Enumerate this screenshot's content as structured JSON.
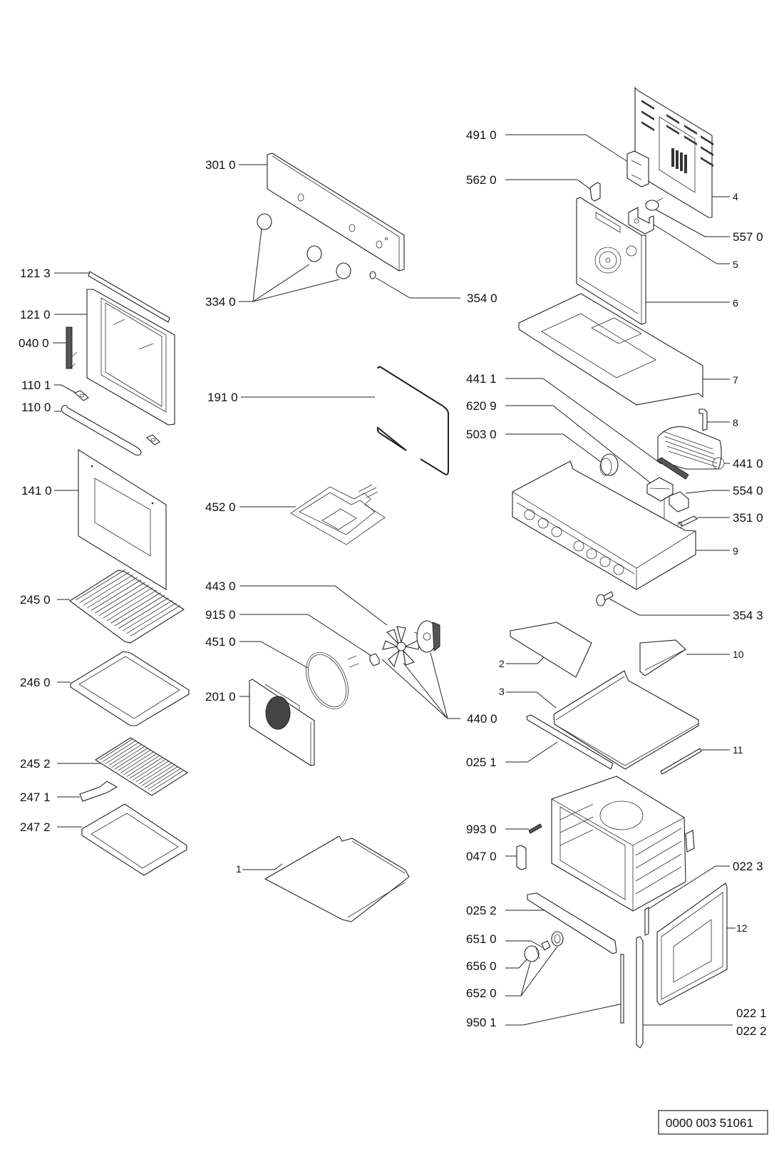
{
  "diagram": {
    "title": "Oven exploded parts diagram",
    "document_number": "0000 003 51061",
    "left_column": [
      {
        "id": "121_3",
        "label": "121 3"
      },
      {
        "id": "121_0",
        "label": "121 0"
      },
      {
        "id": "040_0",
        "label": "040 0"
      },
      {
        "id": "110_1",
        "label": "110 1"
      },
      {
        "id": "110_0",
        "label": "110 0"
      },
      {
        "id": "141_0",
        "label": "141 0"
      },
      {
        "id": "245_0",
        "label": "245 0"
      },
      {
        "id": "246_0",
        "label": "246 0"
      },
      {
        "id": "245_2",
        "label": "245 2"
      },
      {
        "id": "247_1",
        "label": "247 1"
      },
      {
        "id": "247_2",
        "label": "247 2"
      }
    ],
    "middle_column": [
      {
        "id": "301_0",
        "label": "301 0"
      },
      {
        "id": "334_0",
        "label": "334 0"
      },
      {
        "id": "354_0",
        "label": "354 0"
      },
      {
        "id": "191_0",
        "label": "191 0"
      },
      {
        "id": "452_0",
        "label": "452 0"
      },
      {
        "id": "443_0",
        "label": "443 0"
      },
      {
        "id": "915_0",
        "label": "915 0"
      },
      {
        "id": "451_0",
        "label": "451 0"
      },
      {
        "id": "201_0",
        "label": "201 0"
      },
      {
        "id": "440_0",
        "label": "440 0"
      },
      {
        "id": "1",
        "label": "1"
      }
    ],
    "right_column_left_labels": [
      {
        "id": "491_0",
        "label": "491 0"
      },
      {
        "id": "562_0",
        "label": "562 0"
      },
      {
        "id": "441_1",
        "label": "441 1"
      },
      {
        "id": "620_9",
        "label": "620 9"
      },
      {
        "id": "503_0",
        "label": "503 0"
      },
      {
        "id": "2",
        "label": "2"
      },
      {
        "id": "3",
        "label": "3"
      },
      {
        "id": "025_1",
        "label": "025 1"
      },
      {
        "id": "993_0",
        "label": "993 0"
      },
      {
        "id": "047_0",
        "label": "047 0"
      },
      {
        "id": "025_2",
        "label": "025 2"
      },
      {
        "id": "651_0",
        "label": "651 0"
      },
      {
        "id": "656_0",
        "label": "656 0"
      },
      {
        "id": "652_0",
        "label": "652 0"
      },
      {
        "id": "950_1",
        "label": "950 1"
      }
    ],
    "right_column_right_labels": [
      {
        "id": "4",
        "label": "4"
      },
      {
        "id": "557_0",
        "label": "557 0"
      },
      {
        "id": "5",
        "label": "5"
      },
      {
        "id": "6",
        "label": "6"
      },
      {
        "id": "7",
        "label": "7"
      },
      {
        "id": "8",
        "label": "8"
      },
      {
        "id": "441_0",
        "label": "441 0"
      },
      {
        "id": "554_0",
        "label": "554 0"
      },
      {
        "id": "351_0",
        "label": "351 0"
      },
      {
        "id": "9",
        "label": "9"
      },
      {
        "id": "354_3",
        "label": "354 3"
      },
      {
        "id": "10",
        "label": "10"
      },
      {
        "id": "11",
        "label": "11"
      },
      {
        "id": "022_3",
        "label": "022 3"
      },
      {
        "id": "12",
        "label": "12"
      },
      {
        "id": "022_1",
        "label": "022 1"
      },
      {
        "id": "022_2",
        "label": "022 2"
      }
    ]
  }
}
